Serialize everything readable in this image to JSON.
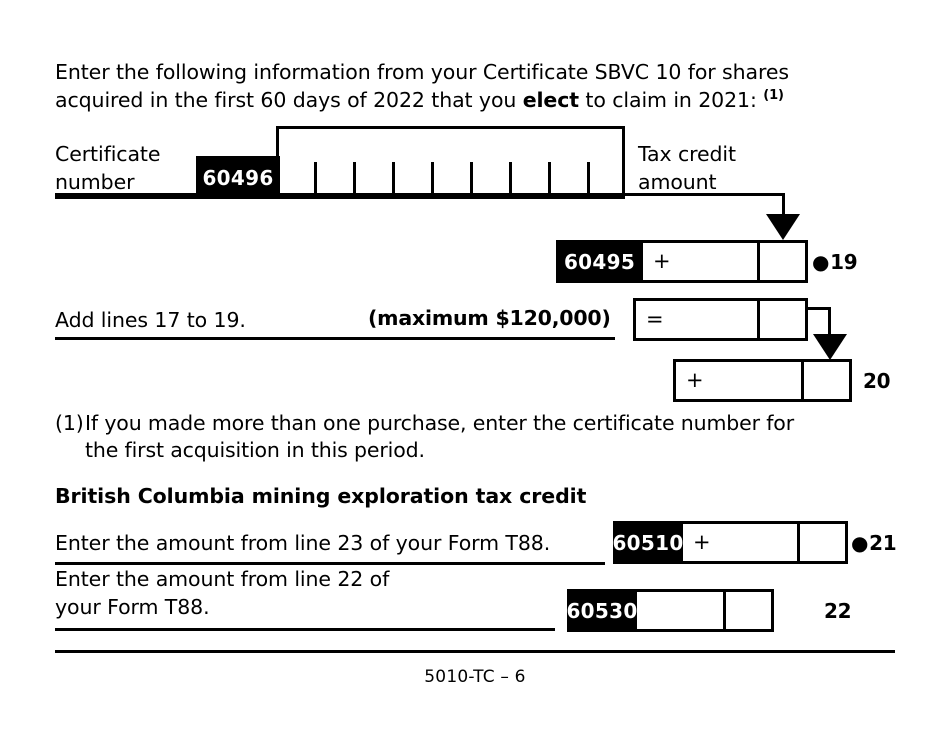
{
  "form": {
    "intro_line1": "Enter the following information from your Certificate SBVC 10 for shares",
    "intro_line2_a": "acquired in the first 60 days of 2022 that you ",
    "intro_line2_bold": "elect",
    "intro_line2_b": " to claim in 2021: ",
    "intro_footnote_marker": "(1)",
    "certificate_label_line1": "Certificate",
    "certificate_label_line2": "number",
    "certificate_code": "60496",
    "certificate_value": "",
    "tax_credit_label_line1": "Tax credit",
    "tax_credit_label_line2": "amount",
    "line19": {
      "code": "60495",
      "operator": "+",
      "amount": "",
      "cents": "",
      "bullet": "●",
      "number": "19"
    },
    "add_lines_label": "Add lines 17 to 19.",
    "maximum_label": "(maximum $120,000)",
    "line_total": {
      "operator": "=",
      "amount": "",
      "cents": ""
    },
    "line20": {
      "operator": "+",
      "amount": "",
      "cents": "",
      "number": "20"
    },
    "footnote_marker": "(1)",
    "footnote_line1": "If you made more than one purchase, enter the certificate number for",
    "footnote_line2": "the first acquisition in this period.",
    "section_title": "British Columbia mining exploration tax credit",
    "line21": {
      "label": "Enter the amount from line 23 of your Form T88.",
      "code": "60510",
      "operator": "+",
      "amount": "",
      "cents": "",
      "bullet": "●",
      "number": "21"
    },
    "line22": {
      "label_line1": "Enter the amount from line 22 of",
      "label_line2": "your Form T88.",
      "code": "60530",
      "amount": "",
      "cents": "",
      "number": "22"
    },
    "footer": "5010-TC – 6"
  },
  "colors": {
    "ink": "#000000",
    "paper": "#ffffff"
  }
}
